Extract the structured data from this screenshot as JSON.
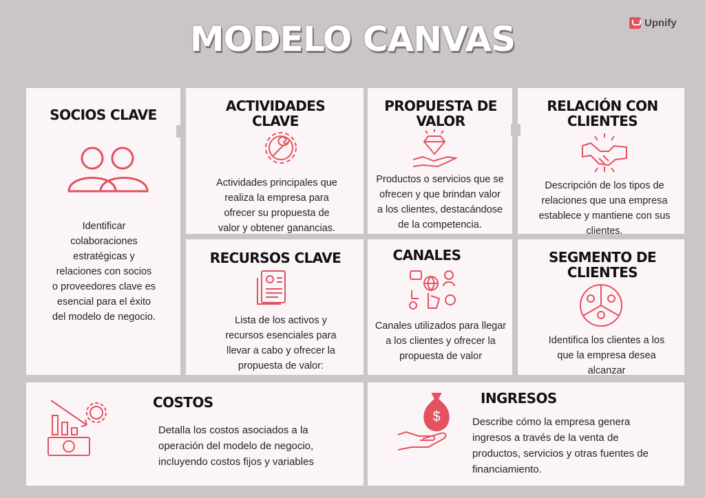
{
  "header": {
    "title": "MODELO CANVAS",
    "brand": "Upnify"
  },
  "accent_color": "#e4515f",
  "blocks": {
    "socios": {
      "heading": "SOCIOS CLAVE",
      "text": "Identificar colaboraciones estratégicas y relaciones con socios o proveedores clave es esencial para el éxito del modelo de negocio.",
      "icon": "people-icon"
    },
    "actividades": {
      "heading": "ACTIVIDADES CLAVE",
      "text": "Actividades principales que realiza la empresa para ofrecer su propuesta de valor y obtener ganancias.",
      "icon": "wrench-gear-icon"
    },
    "propuesta": {
      "heading": "PROPUESTA DE VALOR",
      "text": "Productos o servicios que se ofrecen y que brindan valor a los clientes, destacándose de la competencia.",
      "icon": "diamond-hand-icon"
    },
    "relacion": {
      "heading": "RELACIÓN CON CLIENTES",
      "text": "Descripción de los tipos de relaciones que una empresa establece y mantiene con sus clientes.",
      "icon": "handshake-icon"
    },
    "recursos": {
      "heading": "RECURSOS CLAVE",
      "text": "Lista de los activos y recursos esenciales para llevar a cabo y ofrecer la propuesta de valor:",
      "icon": "document-icon"
    },
    "canales": {
      "heading": "CANALES",
      "text": "Canales utilizados para llegar a los clientes y ofrecer la propuesta de valor",
      "icon": "channels-icon"
    },
    "segmento": {
      "heading": "SEGMENTO DE CLIENTES",
      "text": "Identifica los clientes a los que la empresa  desea alcanzar",
      "icon": "segments-icon"
    },
    "costos": {
      "heading": "COSTOS",
      "text": "Detalla los costos asociados a la operación del modelo de negocio, incluyendo costos fijos y variables",
      "icon": "costs-chart-icon"
    },
    "ingresos": {
      "heading": "INGRESOS",
      "text": "Describe cómo la empresa genera ingresos a través de la venta de productos, servicios y otras fuentes de financiamiento.",
      "icon": "money-bag-hand-icon"
    }
  }
}
